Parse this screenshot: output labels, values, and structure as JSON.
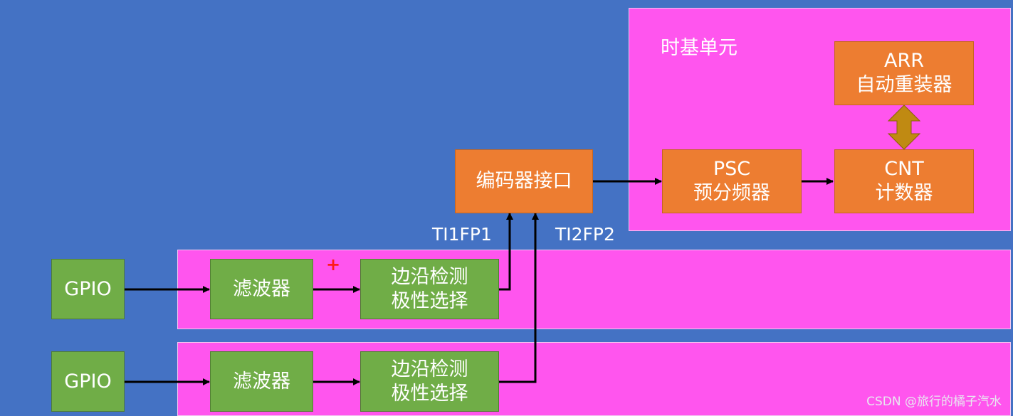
{
  "time_base": {
    "title": "时基单元",
    "arr": {
      "line1": "ARR",
      "line2": "自动重装器"
    },
    "psc": {
      "line1": "PSC",
      "line2": "预分频器"
    },
    "cnt": {
      "line1": "CNT",
      "line2": "计数器"
    }
  },
  "encoder": {
    "label": "编码器接口"
  },
  "signals": {
    "ti1": "TI1FP1",
    "ti2": "TI2FP2"
  },
  "channel1": {
    "gpio": "GPIO",
    "filter": "滤波器",
    "edge_line1": "边沿检测",
    "edge_line2": "极性选择"
  },
  "channel2": {
    "gpio": "GPIO",
    "filter": "滤波器",
    "edge_line1": "边沿检测",
    "edge_line2": "极性选择"
  },
  "cursor_glyph": "+",
  "watermark": "CSDN @旅行的橘子汽水",
  "colors": {
    "background": "#4472c4",
    "panel": "#ff55ee",
    "orange_block": "#ed7d31",
    "green_block": "#70ad47",
    "arrow": "#000000",
    "double_arrow": "#c08a12"
  }
}
